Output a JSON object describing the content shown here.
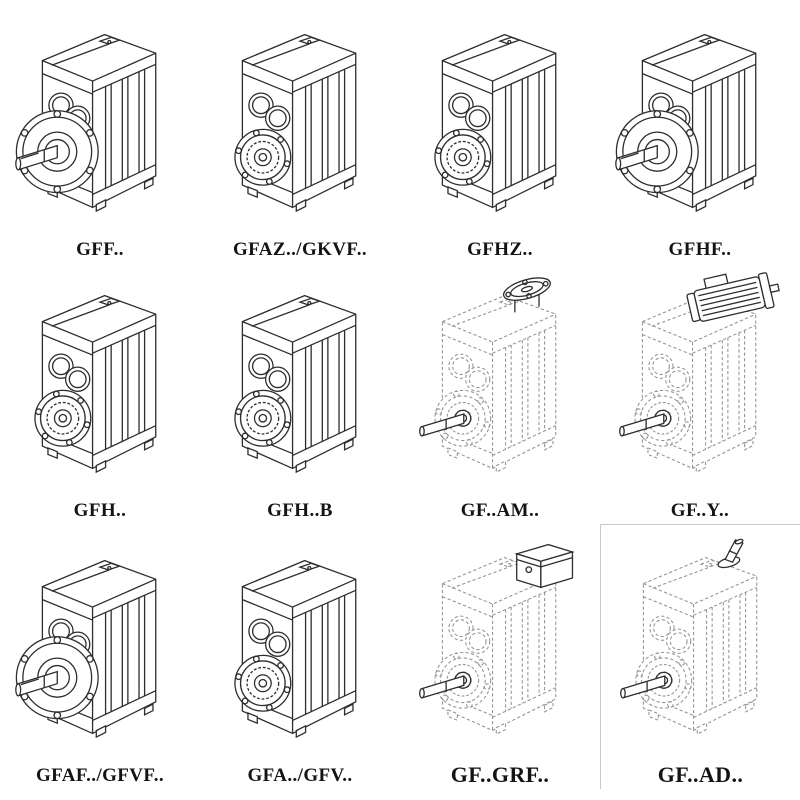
{
  "colors": {
    "solid_line": "#2e2e2e",
    "dashed_line": "#949494",
    "label_text": "#141414",
    "background": "#ffffff"
  },
  "grid": {
    "rows": 3,
    "columns": 4,
    "items": [
      {
        "label": "GFF..",
        "drawing": "flange-shaft"
      },
      {
        "label": "GFAZ../GKVF..",
        "drawing": "hollow-bore"
      },
      {
        "label": "GFHZ..",
        "drawing": "hollow-bore"
      },
      {
        "label": "GFHF..",
        "drawing": "flange-shaft"
      },
      {
        "label": "GFH..",
        "drawing": "hollow-bore"
      },
      {
        "label": "GFH..B",
        "drawing": "hollow-bore"
      },
      {
        "label": "GF..AM..",
        "drawing": "dash-flange-top"
      },
      {
        "label": "GF..Y..",
        "drawing": "dash-motor"
      },
      {
        "label": "GFAF../GFVF..",
        "drawing": "flange-shaft"
      },
      {
        "label": "GFA../GFV..",
        "drawing": "hollow-bore"
      },
      {
        "label": "GF..GRF..",
        "drawing": "dash-block"
      },
      {
        "label": "GF..AD..",
        "drawing": "dash-shaft-top"
      }
    ]
  }
}
